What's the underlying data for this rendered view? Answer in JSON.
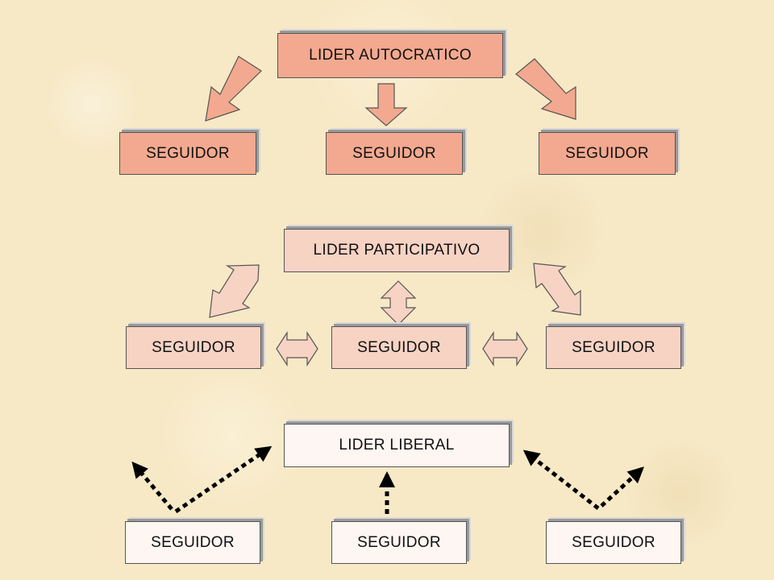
{
  "diagram": {
    "autocratic": {
      "leader": "LIDER AUTOCRATICO",
      "followers": [
        "SEGUIDOR",
        "SEGUIDOR",
        "SEGUIDOR"
      ]
    },
    "participative": {
      "leader": "LIDER PARTICIPATIVO",
      "followers": [
        "SEGUIDOR",
        "SEGUIDOR",
        "SEGUIDOR"
      ]
    },
    "liberal": {
      "leader": "LIDER LIBERAL",
      "followers": [
        "SEGUIDOR",
        "SEGUIDOR",
        "SEGUIDOR"
      ]
    }
  },
  "colors": {
    "autocratic_fill": "#f2a98f",
    "participative_fill": "#f7d3c4",
    "liberal_fill": "#fdf6f2",
    "arrow_fill": "#f2a98f",
    "double_arrow_fill": "#f7d3c4",
    "dotted_arrow": "#000000"
  }
}
